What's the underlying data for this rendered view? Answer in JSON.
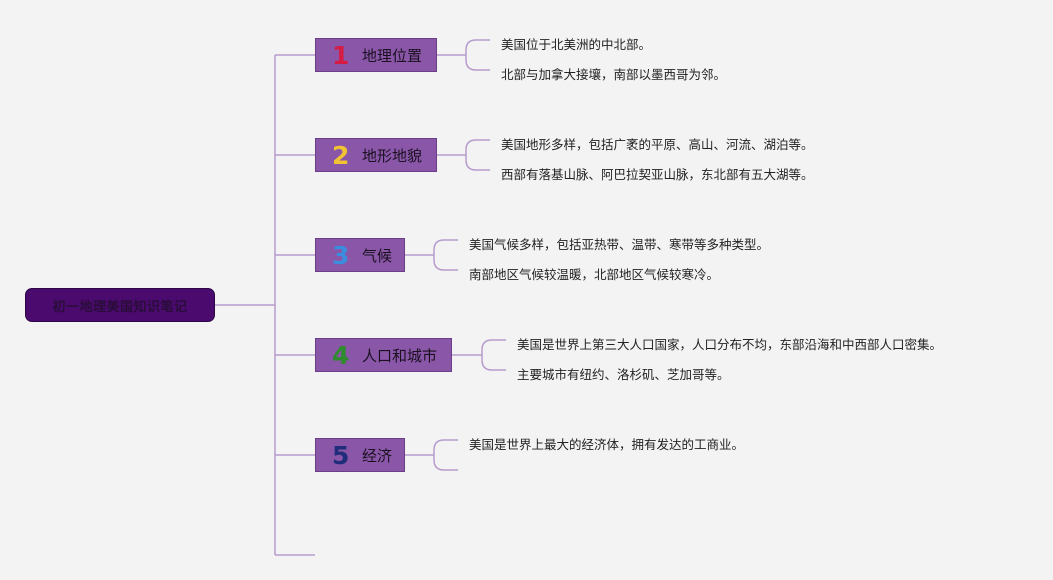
{
  "root": {
    "title": "初一地理美国知识笔记"
  },
  "topics": [
    {
      "number": "1",
      "number_color": "#d41c44",
      "label": "地理位置",
      "notes": [
        "美国位于北美洲的中北部。",
        "北部与加拿大接壤，南部以墨西哥为邻。"
      ]
    },
    {
      "number": "2",
      "number_color": "#f1c232",
      "label": "地形地貌",
      "notes": [
        "美国地形多样，包括广袤的平原、高山、河流、湖泊等。",
        "西部有落基山脉、阿巴拉契亚山脉，东北部有五大湖等。"
      ]
    },
    {
      "number": "3",
      "number_color": "#3b8ddf",
      "label": "气候",
      "notes": [
        "美国气候多样，包括亚热带、温带、寒带等多种类型。",
        "南部地区气候较温暖，北部地区气候较寒冷。"
      ]
    },
    {
      "number": "4",
      "number_color": "#2e8b2e",
      "label": "人口和城市",
      "notes": [
        "美国是世界上第三大人口国家，人口分布不均，东部沿海和中西部人口密集。",
        "主要城市有纽约、洛杉矶、芝加哥等。"
      ]
    },
    {
      "number": "5",
      "number_color": "#1f2d7a",
      "label": "经济",
      "notes": [
        "美国是世界上最大的经济体，拥有发达的工商业。",
        ""
      ]
    }
  ],
  "colors": {
    "line": "#b79ccb",
    "root_bg": "#4a0a6e",
    "topic_bg": "#8a56a8"
  }
}
